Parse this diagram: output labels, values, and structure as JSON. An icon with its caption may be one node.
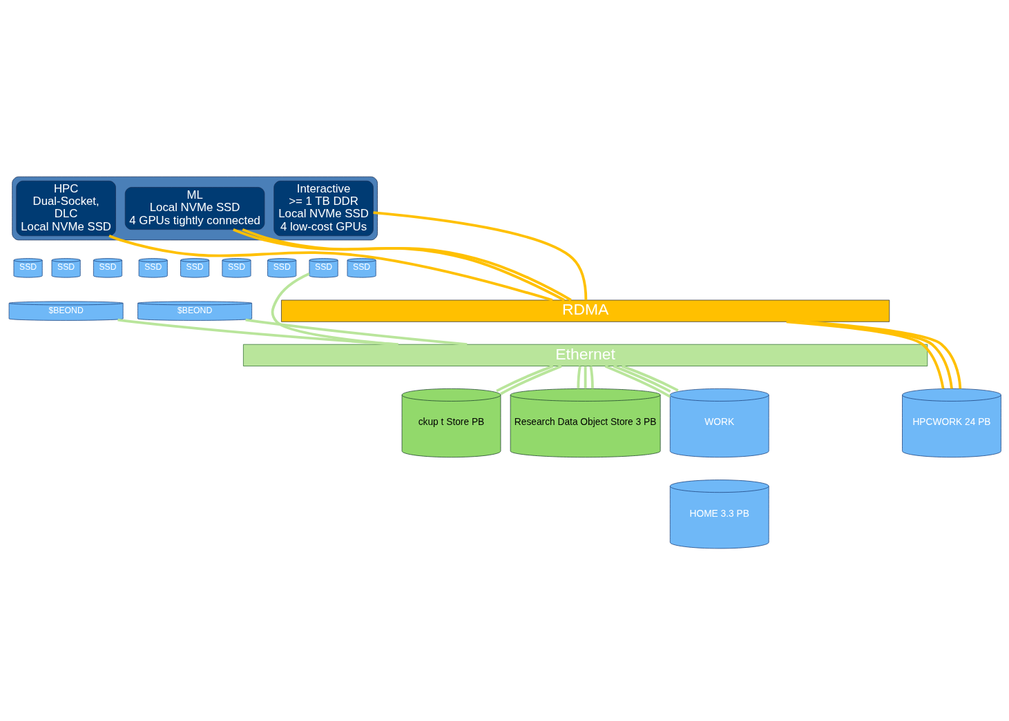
{
  "diagram": {
    "nodes": [
      {
        "text": [],
        "shape": "box"
      },
      {
        "text": [
          "HPC",
          "Dual-Socket,",
          "DLC",
          "Local NVMe SSD"
        ],
        "in": 0
      },
      {
        "text": [
          "ML",
          "Local NVMe SSD",
          "4 GPUs tightly connected"
        ],
        "in": 0
      },
      {
        "text": [
          "Interactive",
          ">= 1 TB DDR",
          "Local NVMe SSD",
          "4 low-cost GPUs"
        ],
        "in": 0
      },
      {
        "text": [
          "SSD"
        ]
      },
      {
        "text": [
          "SSD"
        ]
      },
      {
        "text": [
          "SSD"
        ]
      },
      {
        "text": [
          "$BEOND"
        ]
      },
      {
        "text": [
          "SSD"
        ]
      },
      {
        "text": [
          "SSD"
        ]
      },
      {
        "text": [
          "SSD"
        ]
      },
      {
        "text": [
          "$BEOND"
        ]
      },
      {
        "text": [
          "SSD"
        ]
      },
      {
        "text": [
          "SSD"
        ]
      },
      {
        "text": [
          "SSD"
        ]
      },
      {
        "text": [
          "RDMA"
        ]
      },
      {
        "text": [
          "Ethernet"
        ]
      },
      {
        "text": [
          "ckup t Store PB"
        ]
      },
      {
        "text": [
          "Research Data Object Store 3 PB"
        ]
      },
      {
        "text": [
          "WORK"
        ]
      },
      {
        "text": [
          "HOME 3.3 PB"
        ]
      },
      {
        "text": [
          "HPCWORK 24 PB"
        ]
      }
    ],
    "edges": [
      {
        "from": 1,
        "to": 15,
        "arrow": "none",
        "color": "#ffc000"
      },
      {
        "from": 7,
        "to": 16,
        "arrow": "none"
      },
      {
        "from": 2,
        "to": 15,
        "arrow": "none",
        "color": "#ffc000"
      },
      {
        "from": 2,
        "to": 15,
        "arrow": "none",
        "color": "#ffc000"
      },
      {
        "from": 11,
        "to": 16,
        "arrow": "none"
      },
      {
        "from": 3,
        "to": 15,
        "arrow": "none",
        "color": "#ffc000"
      },
      {
        "from": 13,
        "to": 16,
        "arrow": "none"
      },
      {
        "from": 16,
        "to": 17,
        "arrow": "none"
      },
      {
        "from": 16,
        "to": 17,
        "arrow": "none"
      },
      {
        "from": 16,
        "to": 18,
        "arrow": "none"
      },
      {
        "from": 16,
        "to": 18,
        "arrow": "none"
      },
      {
        "from": 16,
        "to": 18,
        "arrow": "none"
      },
      {
        "from": 16,
        "to": 19,
        "arrow": "none"
      },
      {
        "from": 16,
        "to": 19,
        "arrow": "none"
      },
      {
        "from": 16,
        "to": 19,
        "arrow": "none"
      },
      {
        "from": 15,
        "to": 21,
        "arrow": "none",
        "color": "#ffc000"
      },
      {
        "from": 15,
        "to": 21,
        "arrow": "none",
        "color": "#ffc000"
      },
      {
        "from": 15,
        "to": 21,
        "arrow": "none",
        "color": "#ffc000"
      }
    ]
  }
}
